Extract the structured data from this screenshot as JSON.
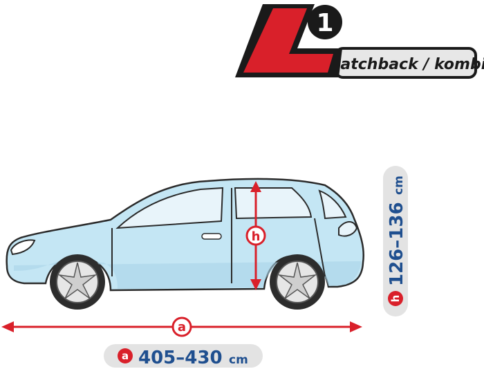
{
  "badge": {
    "letter": "L",
    "number": "1",
    "type_text": "hatchback / kombi"
  },
  "dimensions": {
    "length": {
      "marker": "a",
      "value": "405–430",
      "unit": "cm"
    },
    "height": {
      "marker": "h",
      "value": "126–136",
      "unit": "cm"
    }
  },
  "colors": {
    "red": "#d9202a",
    "dark": "#1a1a1a",
    "pill_bg": "#e3e3e3",
    "text_blue": "#1f4f8f",
    "car_body": "#bfe3f2",
    "car_outline": "#2a2a2a"
  }
}
